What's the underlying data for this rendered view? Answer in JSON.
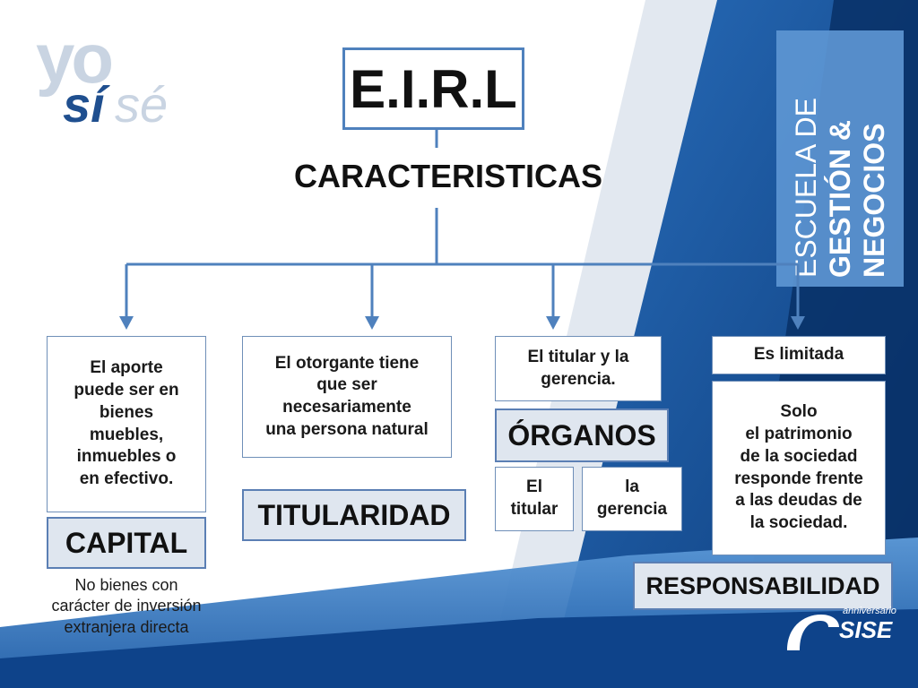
{
  "header": {
    "title": "E.I.R.L",
    "subtitle": "CARACTERISTICAS"
  },
  "logo": {
    "yo": "yo",
    "si": "sí",
    "se": "sé"
  },
  "school_banner": {
    "line1": "ESCUELA DE",
    "line2": "GESTIÓN &",
    "line3": "NEGOCIOS"
  },
  "branches": [
    {
      "description": "El aporte\npuede ser en\nbienes\nmuebles,\ninmuebles o\nen efectivo.",
      "label": "CAPITAL",
      "note": "No bienes con\ncarácter de inversión\nextranjera directa"
    },
    {
      "description": "El otorgante tiene\nque ser\nnecesariamente\nuna persona natural",
      "label": "TITULARIDAD"
    },
    {
      "description": "El titular y la\ngerencia.",
      "label": "ÓRGANOS",
      "sub_items": [
        "El\ntitular",
        "la\ngerencia"
      ]
    },
    {
      "description": "Es limitada",
      "detail": "Solo\nel patrimonio\nde la sociedad\nresponde frente\na las deudas de\nla sociedad.",
      "label": "RESPONSABILIDAD"
    }
  ],
  "brand": {
    "tag": "anniversario",
    "name": "SISE"
  },
  "colors": {
    "connector": "#4f81bd",
    "box_border": "#6f8fb8",
    "label_fill": "#dfe6ef",
    "label_border": "#5b7fb4",
    "blue_dark": "#0b3a78",
    "blue_mid": "#1f63b0",
    "blue_light": "#3f86cf"
  }
}
